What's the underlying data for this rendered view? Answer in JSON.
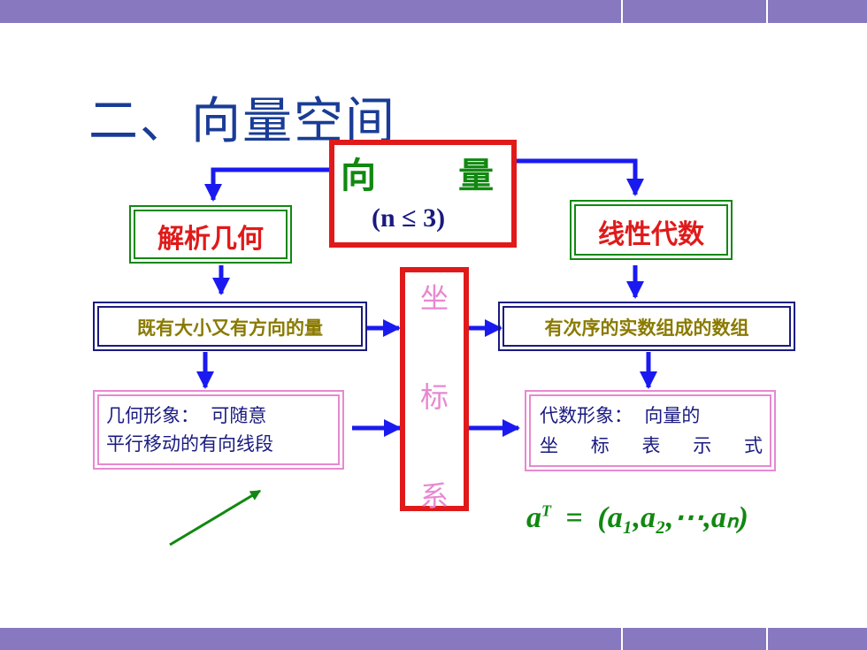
{
  "title": "二、向量空间",
  "vector_box": {
    "char1": "向",
    "char2": "量",
    "condition": "(n ≤ 3)"
  },
  "left_branch": {
    "label": "解析几何",
    "description": "既有大小又有方向的量",
    "image_line1": "几何形象：  可随意",
    "image_line2": "平行移动的有向线段"
  },
  "right_branch": {
    "label": "线性代数",
    "description": "有次序的实数组成的数组",
    "image_line1": "代数形象：  向量的",
    "image_chars": [
      "坐",
      "标",
      "表",
      "示",
      "式"
    ]
  },
  "coordinate_system": [
    "坐",
    "标",
    "系"
  ],
  "formula": {
    "lhs": "a",
    "sup": "T",
    "eq": "=",
    "rhs": "(a₁,a₂,⋯,aₙ)"
  },
  "colors": {
    "band": "#8878c0",
    "title": "#1a3c96",
    "red": "#e01a1a",
    "green": "#118811",
    "olive": "#8a7a00",
    "navy": "#1a1a80",
    "pink": "#e888d0",
    "arrow_blue": "#1a1af0"
  }
}
